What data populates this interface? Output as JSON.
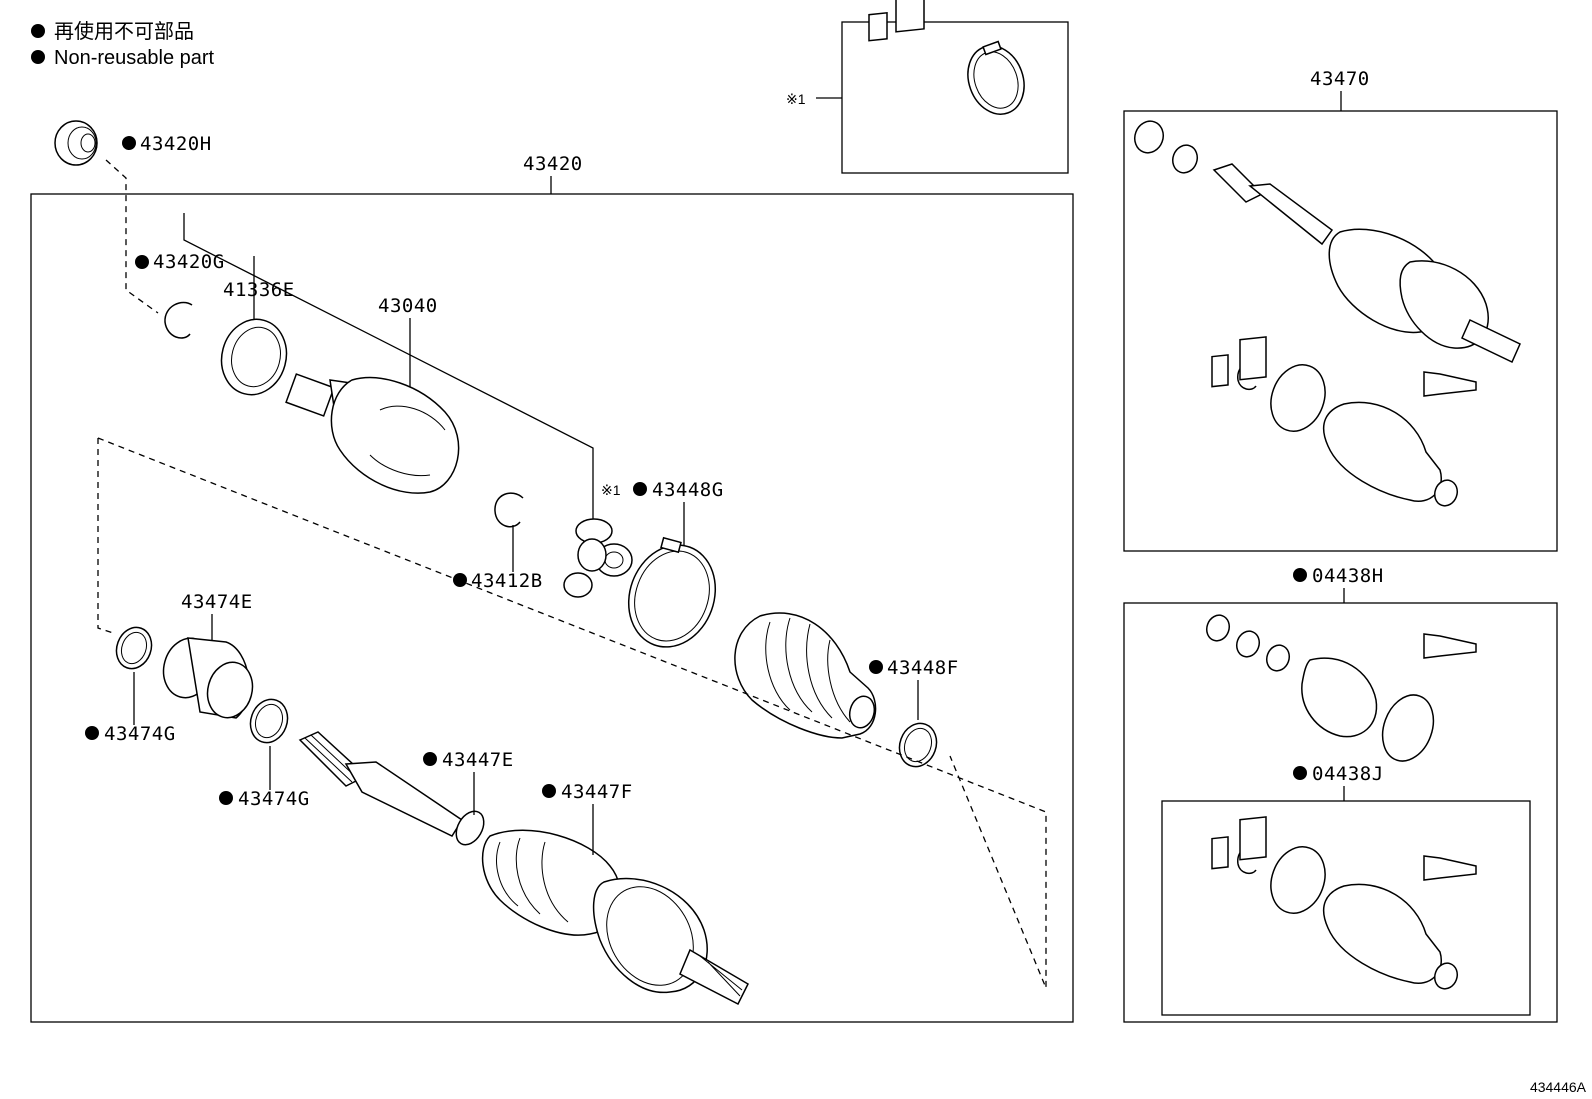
{
  "legend": {
    "line1": "再使用不可部品",
    "line2": "Non-reusable part"
  },
  "note_marker": "※1",
  "diagram_id": "434446A",
  "groups": {
    "main_assembly": "43420",
    "right_top_assembly": "43470",
    "right_mid_kit": "04438H",
    "right_bottom_kit": "04438J"
  },
  "parts": {
    "p43420H": "43420H",
    "p43420G": "43420G",
    "p41336E": "41336E",
    "p43040": "43040",
    "p43448G": "43448G",
    "p43412B": "43412B",
    "p43474E": "43474E",
    "p43448F": "43448F",
    "p43474G_a": "43474G",
    "p43474G_b": "43474G",
    "p43447E": "43447E",
    "p43447F": "43447F"
  }
}
